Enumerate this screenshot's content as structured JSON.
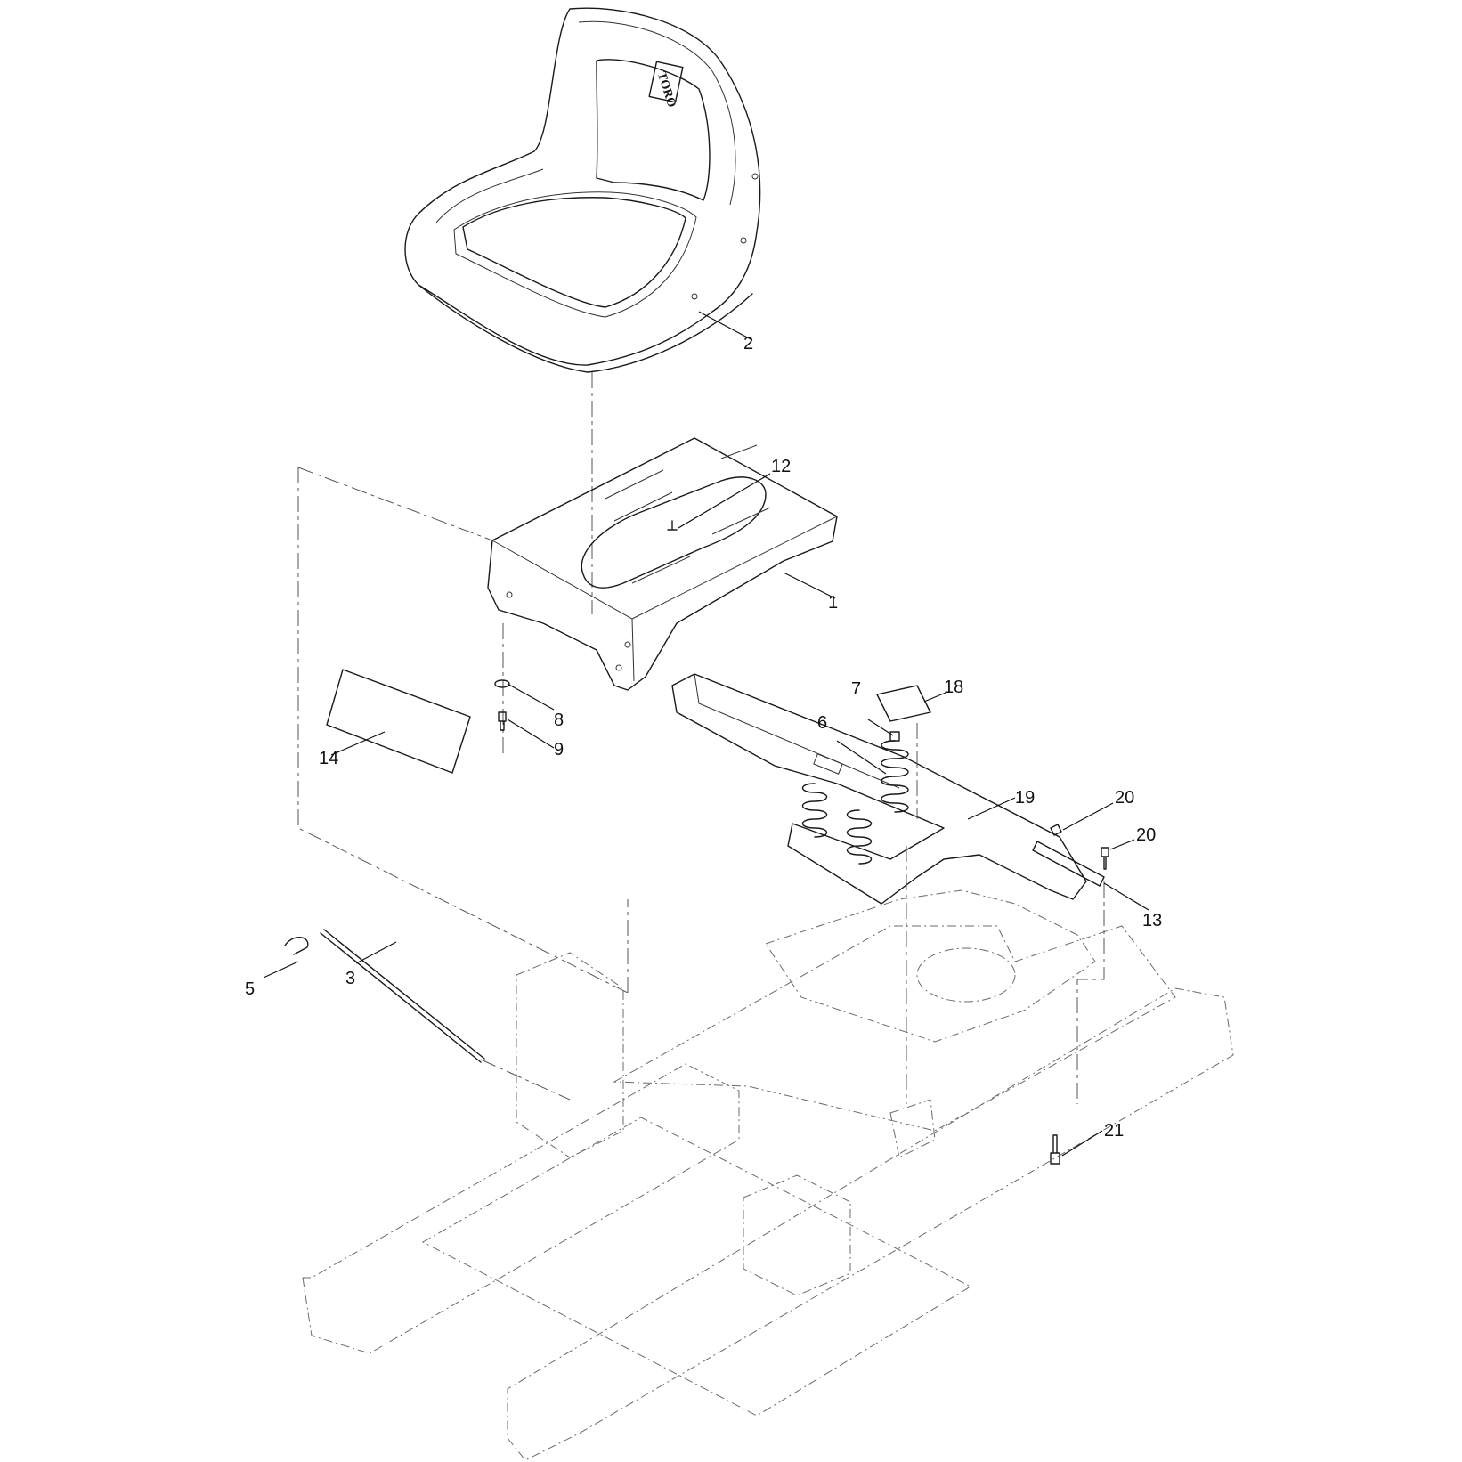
{
  "diagram": {
    "seat_logo_text": "TORO",
    "callouts": [
      {
        "id": "c1",
        "label": "1"
      },
      {
        "id": "c2",
        "label": "2"
      },
      {
        "id": "c3",
        "label": "3"
      },
      {
        "id": "c5",
        "label": "5"
      },
      {
        "id": "c6",
        "label": "6"
      },
      {
        "id": "c7",
        "label": "7"
      },
      {
        "id": "c8",
        "label": "8"
      },
      {
        "id": "c9",
        "label": "9"
      },
      {
        "id": "c12",
        "label": "12"
      },
      {
        "id": "c13",
        "label": "13"
      },
      {
        "id": "c14",
        "label": "14"
      },
      {
        "id": "c18",
        "label": "18"
      },
      {
        "id": "c19",
        "label": "19"
      },
      {
        "id": "c20a",
        "label": "20"
      },
      {
        "id": "c20b",
        "label": "20"
      },
      {
        "id": "c21",
        "label": "21"
      }
    ]
  }
}
